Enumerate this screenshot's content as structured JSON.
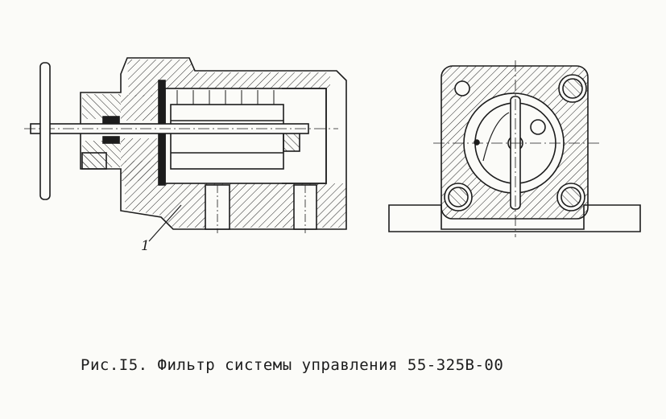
{
  "figure": {
    "caption": "Рис.I5. Фильтр системы управления 55-325В-00",
    "callout_label": "1",
    "views": [
      "section-view",
      "end-view"
    ],
    "ink_color": "#1c1c1c",
    "paper_color": "#fbfbf8"
  }
}
